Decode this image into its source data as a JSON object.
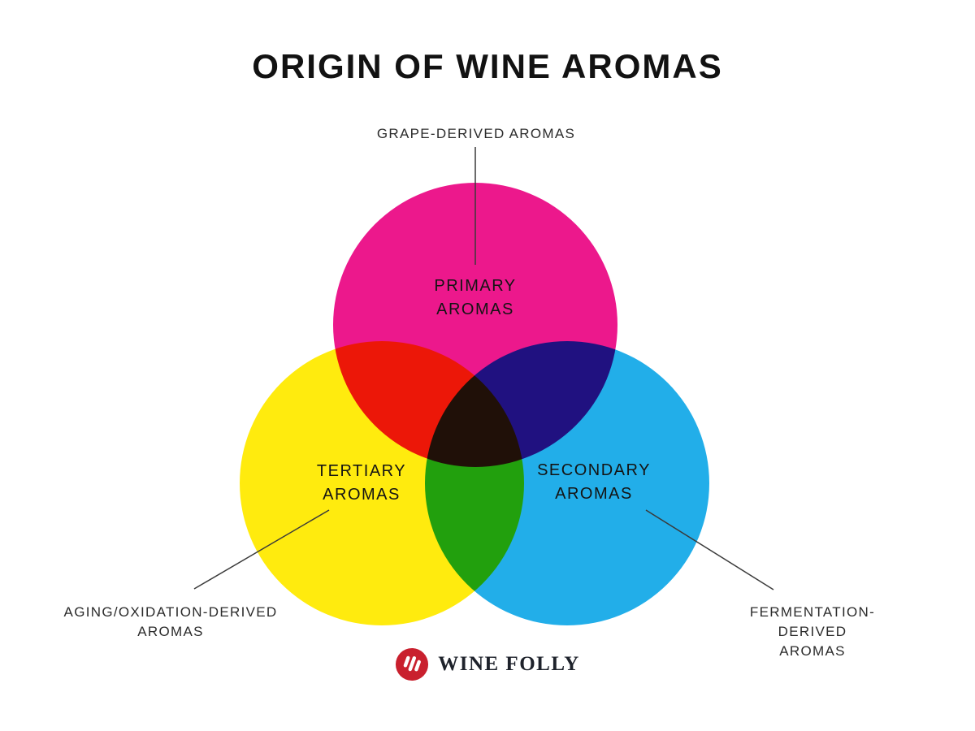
{
  "title": "ORIGIN OF WINE AROMAS",
  "diagram": {
    "type": "venn",
    "blend_mode": "multiply",
    "circles": [
      {
        "name": "primary",
        "label": "PRIMARY\nAROMAS",
        "color": "#EC188C",
        "callout": "GRAPE-DERIVED AROMAS",
        "position": "top"
      },
      {
        "name": "tertiary",
        "label": "TERTIARY\nAROMAS",
        "color": "#FFEB0E",
        "callout": "AGING/OXIDATION-DERIVED\nAROMAS",
        "position": "bottom-left"
      },
      {
        "name": "secondary",
        "label": "SECONDARY\nAROMAS",
        "color": "#22AEE9",
        "callout": "FERMENTATION-DERIVED\nAROMAS",
        "position": "bottom-right"
      }
    ],
    "overlap_colors": {
      "primary_tertiary": "#E3181B",
      "primary_secondary": "#1D1282",
      "tertiary_secondary": "#24A02F",
      "center": "#1B140E"
    }
  },
  "footer": {
    "brand": "WINE FOLLY",
    "logo_icon": "wine-folly-mark",
    "logo_color": "#C9202E",
    "brand_text_color": "#1E222B"
  }
}
